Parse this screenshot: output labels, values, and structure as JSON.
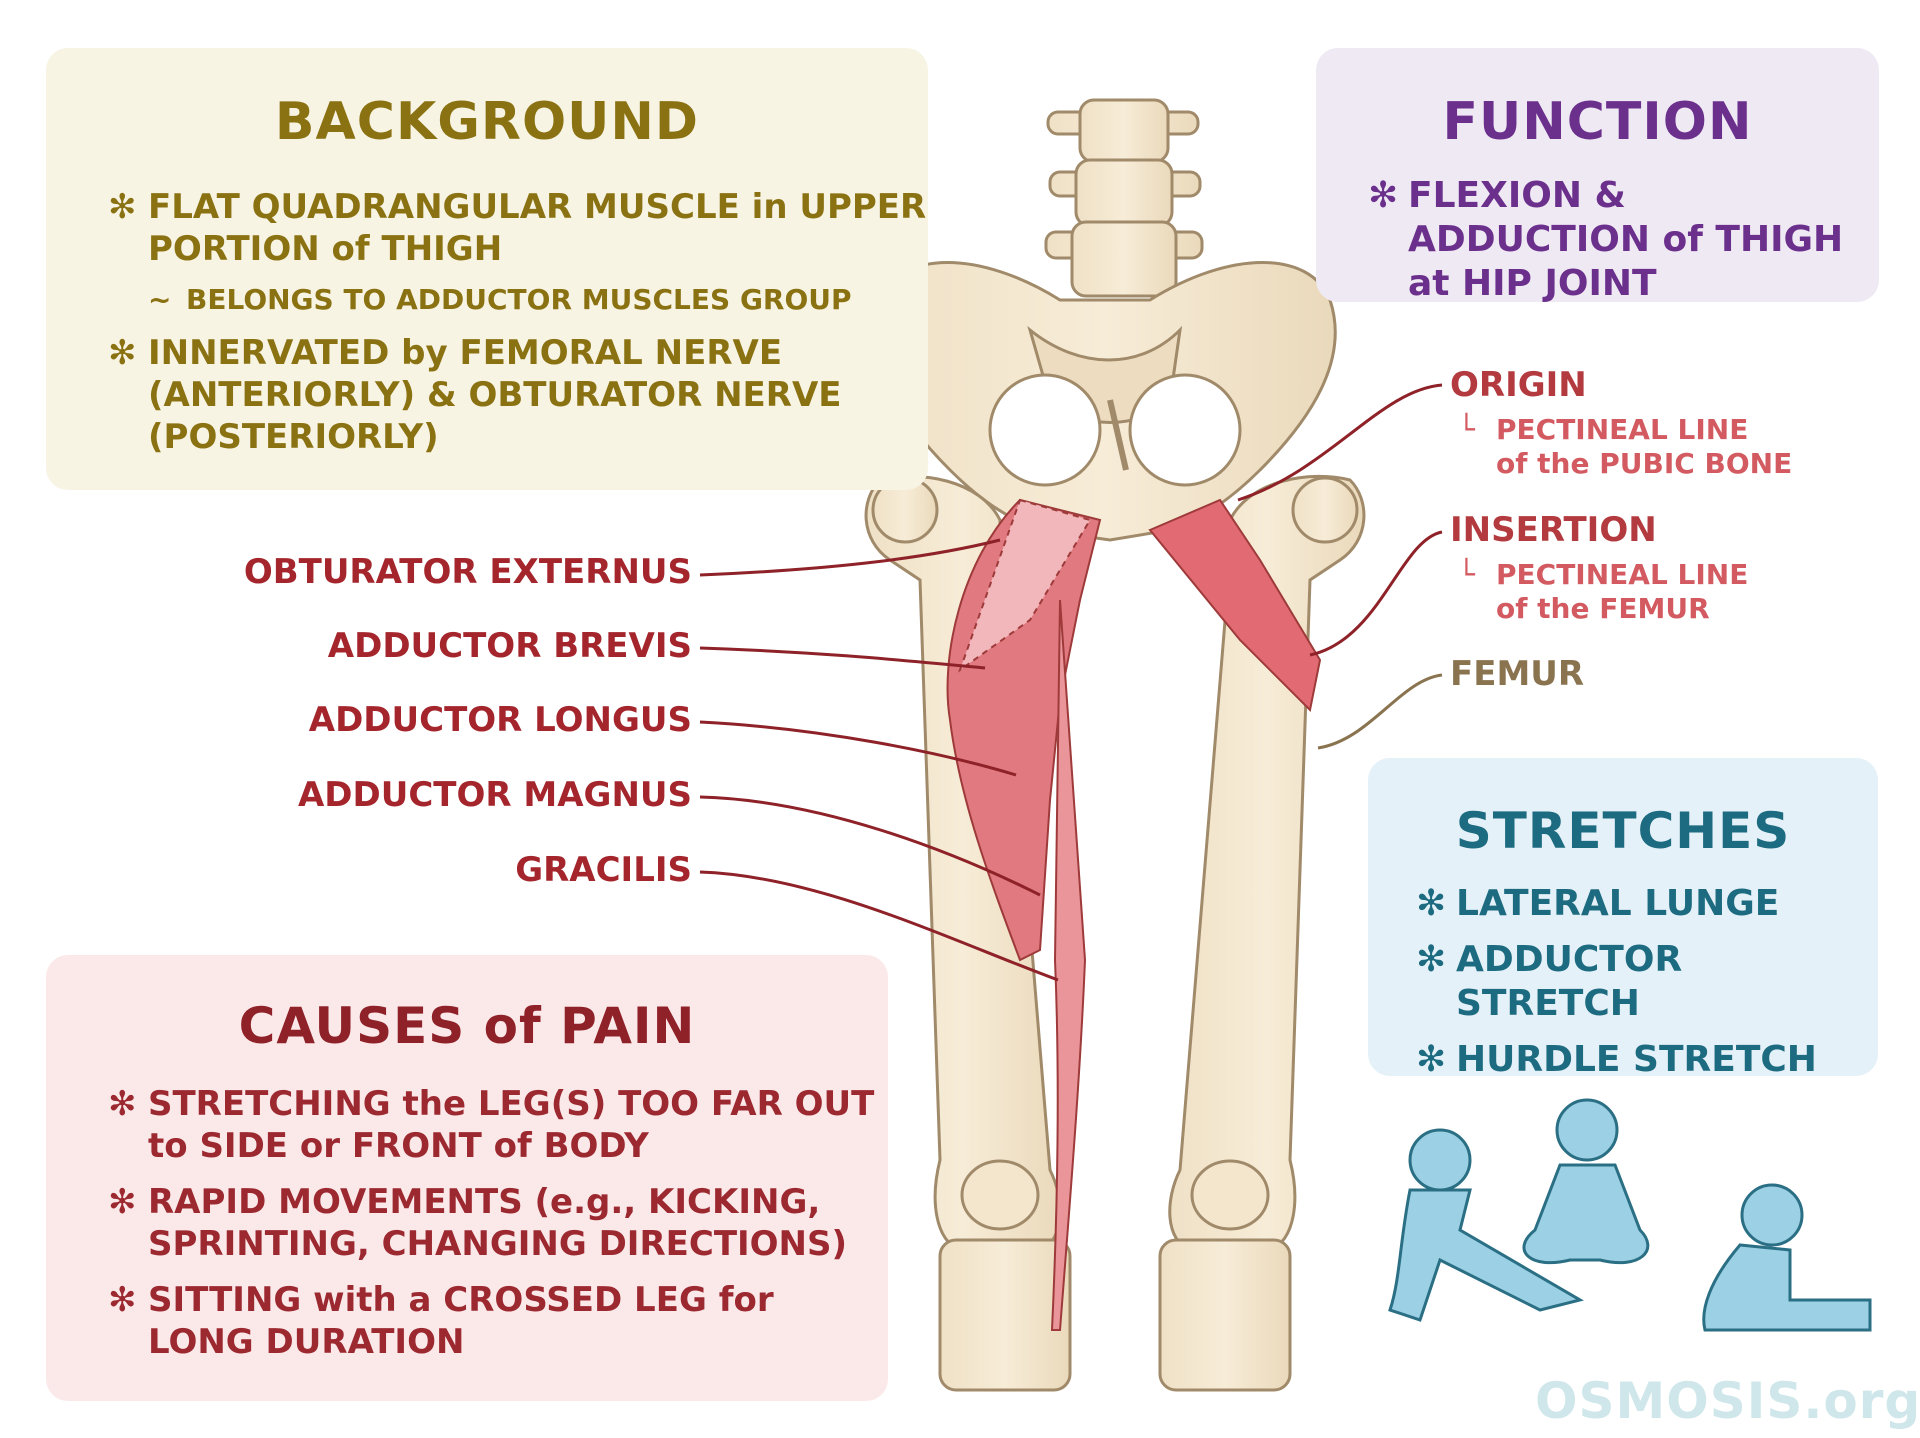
{
  "background": {
    "title": "BACKGROUND",
    "bullets": [
      "FLAT QUADRANGULAR MUSCLE in UPPER PORTION of THIGH",
      "INNERVATED by FEMORAL NERVE (ANTERIORLY) & OBTURATOR NERVE (POSTERIORLY)"
    ],
    "sub_bullet": "BELONGS TO ADDUCTOR MUSCLES GROUP",
    "color": "#8a7212"
  },
  "function": {
    "title": "FUNCTION",
    "bullet": "FLEXION & ADDUCTION of THIGH at HIP JOINT",
    "color": "#6b2f8c"
  },
  "labels_left": [
    "OBTURATOR EXTERNUS",
    "ADDUCTOR BREVIS",
    "ADDUCTOR LONGUS",
    "ADDUCTOR MAGNUS",
    "GRACILIS"
  ],
  "origin": {
    "heading": "ORIGIN",
    "line1": "PECTINEAL LINE",
    "line2": "of the PUBIC BONE"
  },
  "insertion": {
    "heading": "INSERTION",
    "line1": "PECTINEAL LINE",
    "line2": "of the FEMUR"
  },
  "femur_label": "FEMUR",
  "stretches": {
    "title": "STRETCHES",
    "items": [
      "LATERAL LUNGE",
      "ADDUCTOR STRETCH",
      "HURDLE STRETCH"
    ],
    "color": "#1d6b80"
  },
  "causes_of_pain": {
    "title": "CAUSES of PAIN",
    "bullets": [
      "STRETCHING the LEG(S) TOO FAR OUT to SIDE or FRONT of BODY",
      "RAPID MOVEMENTS (e.g., KICKING, SPRINTING, CHANGING DIRECTIONS)",
      "SITTING with a CROSSED LEG for LONG DURATION"
    ],
    "color": "#9c2830"
  },
  "logo": "OSMOSIS.org",
  "icons": {
    "bullet": "asterisk-icon",
    "sub": "tilde-icon",
    "hook": "corner-hook-icon"
  }
}
